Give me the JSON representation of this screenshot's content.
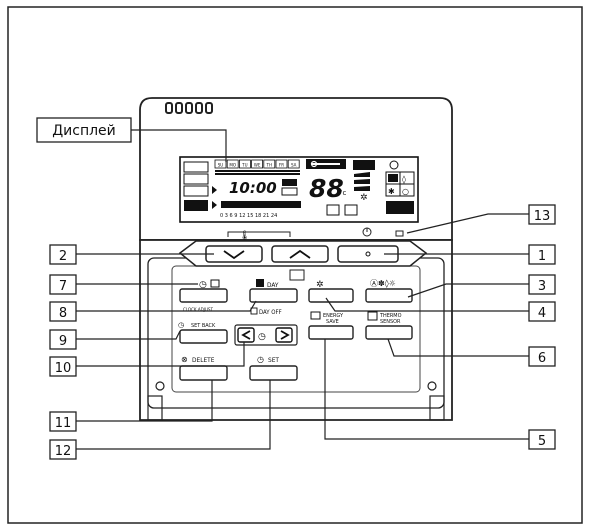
{
  "display_label": "Дисплей",
  "lcd": {
    "time": "10:00",
    "temp_digits": "88",
    "temp_unit": "°c",
    "week_days": [
      "SU",
      "MO",
      "TU",
      "WE",
      "TH",
      "FR",
      "SA"
    ],
    "ticks": "0 3 6 9 12 15 18 21 24"
  },
  "buttons": {
    "clock_adjust": "CLOCK ADJUST",
    "day": "DAY",
    "day_off": "DAY OFF",
    "set_back": "SET BACK",
    "energy_line1": "ENERGY",
    "energy_line2": "SAVE",
    "thermo_line1": "THERMO",
    "thermo_line2": "SENSOR",
    "delete": "DELETE",
    "set": "SET"
  },
  "callouts": [
    "1",
    "2",
    "3",
    "4",
    "5",
    "6",
    "7",
    "8",
    "9",
    "10",
    "11",
    "12",
    "13"
  ]
}
